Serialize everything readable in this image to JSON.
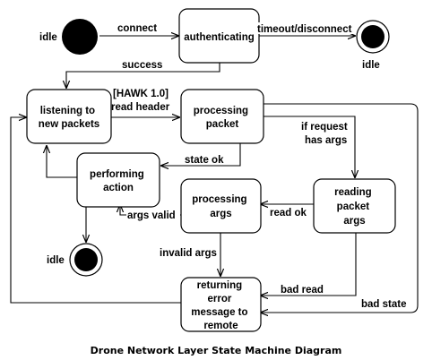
{
  "diagram": {
    "states": {
      "authenticating": "authenticating",
      "listening": [
        "listening to",
        "new packets"
      ],
      "processing_packet": [
        "processing",
        "packet"
      ],
      "performing_action": [
        "performing",
        "action"
      ],
      "processing_args": [
        "processing",
        "args"
      ],
      "reading_args": [
        "reading",
        "packet",
        "args"
      ],
      "returning_error": [
        "returning",
        "error",
        "message to",
        "remote"
      ]
    },
    "pseudo_states": {
      "initial_label": "idle",
      "final_top_label": "idle",
      "final_bottom_label": "idle"
    },
    "transitions": {
      "connect": "connect",
      "timeout": "timeout/disconnect",
      "success": "success",
      "hawk": [
        "[HAWK 1.0]",
        "read header"
      ],
      "if_request": [
        "if request",
        "has args"
      ],
      "state_ok": "state ok",
      "read_ok": "read ok",
      "args_valid": "args valid",
      "invalid_args": "invalid args",
      "bad_read": "bad read",
      "bad_state": "bad state"
    },
    "caption": "Drone Network Layer State Machine Diagram"
  }
}
